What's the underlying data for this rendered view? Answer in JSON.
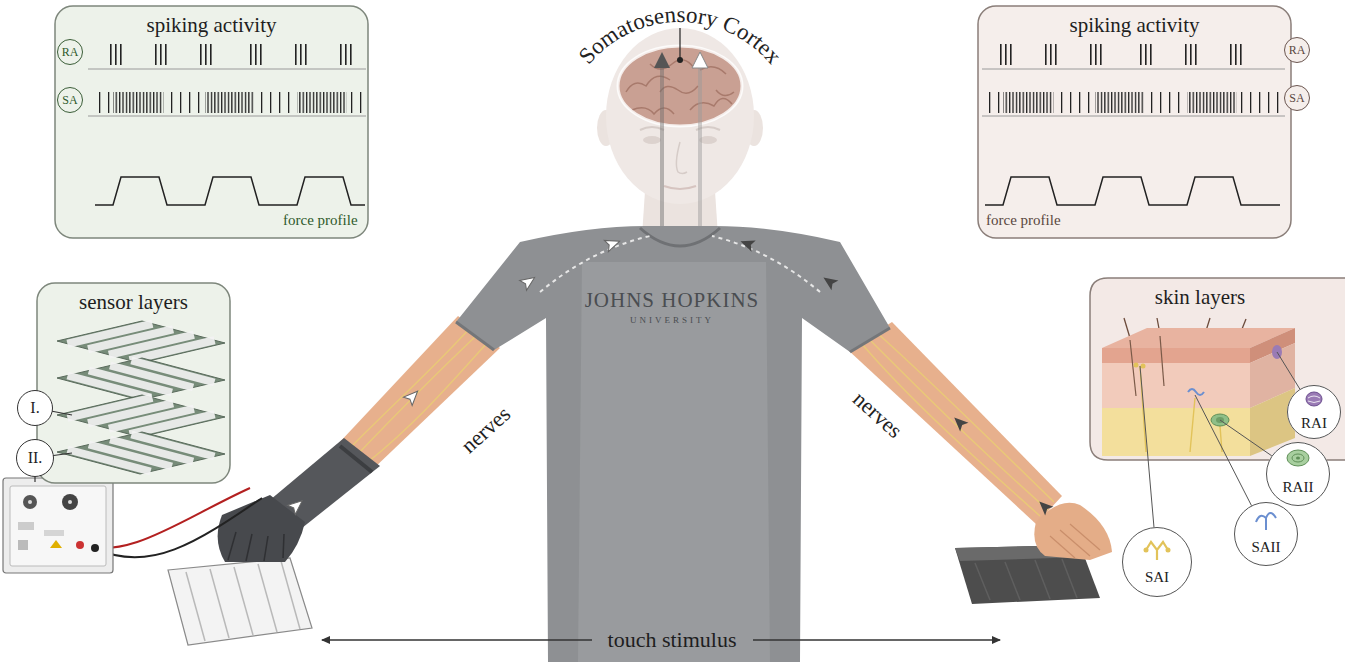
{
  "diagram": {
    "nodes": [
      {
        "text": [
          "spiking activity",
          "force profile"
        ]
      },
      {
        "text": [
          "RA"
        ],
        "in": 0
      },
      {
        "text": [
          "SA"
        ],
        "in": 0
      },
      {
        "text": [
          "spiking activity",
          "force profile"
        ]
      },
      {
        "text": [
          "RA"
        ],
        "in": 3
      },
      {
        "text": [
          "SA"
        ],
        "in": 3
      },
      {
        "text": [
          "sensor layers"
        ]
      },
      {
        "text": [
          "I."
        ]
      },
      {
        "text": [
          "II."
        ]
      },
      {
        "text": [
          "skin layers"
        ]
      },
      {
        "text": [
          "RAI"
        ]
      },
      {
        "text": [
          "RAII"
        ]
      },
      {
        "text": [
          "SAII"
        ]
      },
      {
        "text": [
          "SAI"
        ]
      }
    ],
    "labels": [
      "Somatosensory Cortex",
      "JOHNS HOPKINS",
      "UNIVERSITY",
      "nerves",
      "nerves",
      "touch stimulus"
    ]
  }
}
